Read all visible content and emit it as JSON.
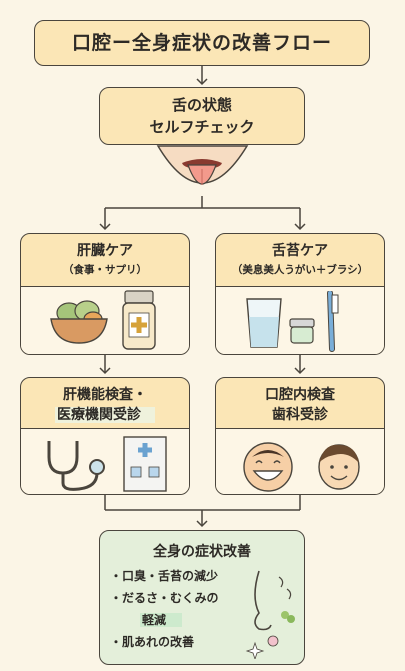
{
  "title": "口腔ー全身症状の改善フロー",
  "self_check": {
    "line1": "舌の状態",
    "line2": "セルフチェック"
  },
  "liver_care": {
    "title": "肝臓ケア",
    "sub": "（食事・サプリ）"
  },
  "tongue_care": {
    "title": "舌苔ケア",
    "sub": "（美息美人うがい＋ブラシ）"
  },
  "liver_test": {
    "line1": "肝機能検査・",
    "line2": "医療機関受診"
  },
  "oral_test": {
    "line1": "口腔内検査",
    "line2": "歯科受診"
  },
  "result": {
    "title": "全身の症状改善",
    "items": [
      "・口臭・舌苔の減少",
      "・だるさ・むくみの",
      "軽減",
      "・肌あれの改善"
    ]
  },
  "colors": {
    "card": "#fbe6b6",
    "card_body": "#fdf6e6",
    "result": "#e4efda",
    "line": "#4a453d"
  }
}
